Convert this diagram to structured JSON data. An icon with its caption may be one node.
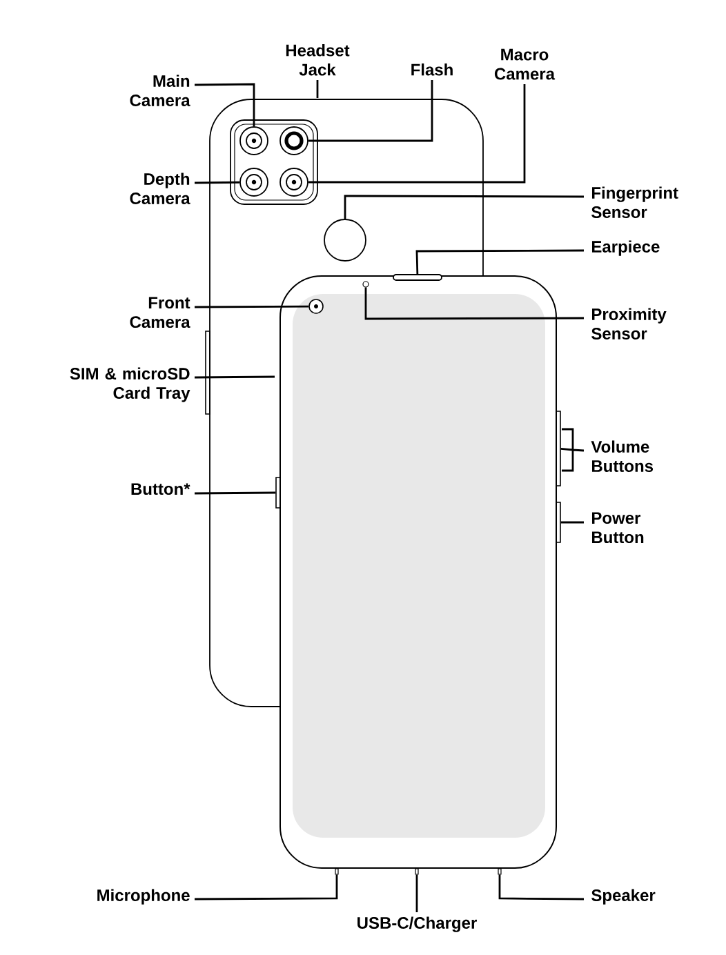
{
  "diagram": {
    "nodes": [
      {
        "text": [
          "Headset Jack"
        ]
      },
      {
        "text": [
          "Main Camera"
        ]
      },
      {
        "text": [
          "Flash"
        ]
      },
      {
        "text": [
          "Macro Camera"
        ]
      },
      {
        "text": [
          "Depth Camera"
        ]
      },
      {
        "text": [
          "Fingerprint Sensor"
        ]
      },
      {
        "text": [
          "Earpiece"
        ]
      },
      {
        "text": [
          "Front Camera"
        ]
      },
      {
        "text": [
          "Proximity Sensor"
        ]
      },
      {
        "text": [
          "SIM & microSD Card Tray"
        ]
      },
      {
        "text": [
          "Volume Buttons"
        ]
      },
      {
        "text": [
          "Button*"
        ]
      },
      {
        "text": [
          "Power Button"
        ]
      },
      {
        "text": [
          "Microphone"
        ]
      },
      {
        "text": [
          "USB-C/Charger"
        ]
      },
      {
        "text": [
          "Speaker"
        ]
      },
      {
        "text": [],
        "shape": "circle"
      },
      {
        "text": [],
        "shape": "circle"
      },
      {
        "text": [],
        "shape": "circle"
      },
      {
        "text": [],
        "shape": "circle"
      },
      {
        "text": [],
        "shape": "circle"
      },
      {
        "text": [],
        "shape": "box"
      },
      {
        "text": [],
        "shape": "circle"
      },
      {
        "text": [],
        "shape": "circle"
      },
      {
        "text": [],
        "shape": "bar"
      },
      {
        "text": [],
        "shape": "bar"
      },
      {
        "text": [],
        "shape": "bar"
      },
      {
        "text": [],
        "shape": "bar"
      },
      {
        "text": [],
        "shape": "bar"
      },
      {
        "text": [],
        "shape": "bar"
      }
    ],
    "edges": [
      {
        "from": 0,
        "to": null,
        "arrow": "none"
      },
      {
        "from": 1,
        "to": 16,
        "arrow": "none"
      },
      {
        "from": 2,
        "to": 17,
        "arrow": "none"
      },
      {
        "from": 3,
        "to": 19,
        "arrow": "none"
      },
      {
        "from": 4,
        "to": 18,
        "arrow": "none"
      },
      {
        "from": 5,
        "to": 20,
        "arrow": "none"
      },
      {
        "from": 6,
        "to": 21,
        "arrow": "none"
      },
      {
        "from": 7,
        "to": 22,
        "arrow": "none"
      },
      {
        "from": 8,
        "to": 23,
        "arrow": "none"
      },
      {
        "from": 9,
        "to": null,
        "arrow": "none"
      },
      {
        "from": 10,
        "to": 24,
        "arrow": "none"
      },
      {
        "from": 11,
        "to": 25,
        "arrow": "none"
      },
      {
        "from": 12,
        "to": 26,
        "arrow": "none"
      },
      {
        "from": 13,
        "to": 27,
        "arrow": "none"
      },
      {
        "from": 14,
        "to": 28,
        "arrow": "none"
      },
      {
        "from": 15,
        "to": 29,
        "arrow": "none"
      }
    ]
  }
}
